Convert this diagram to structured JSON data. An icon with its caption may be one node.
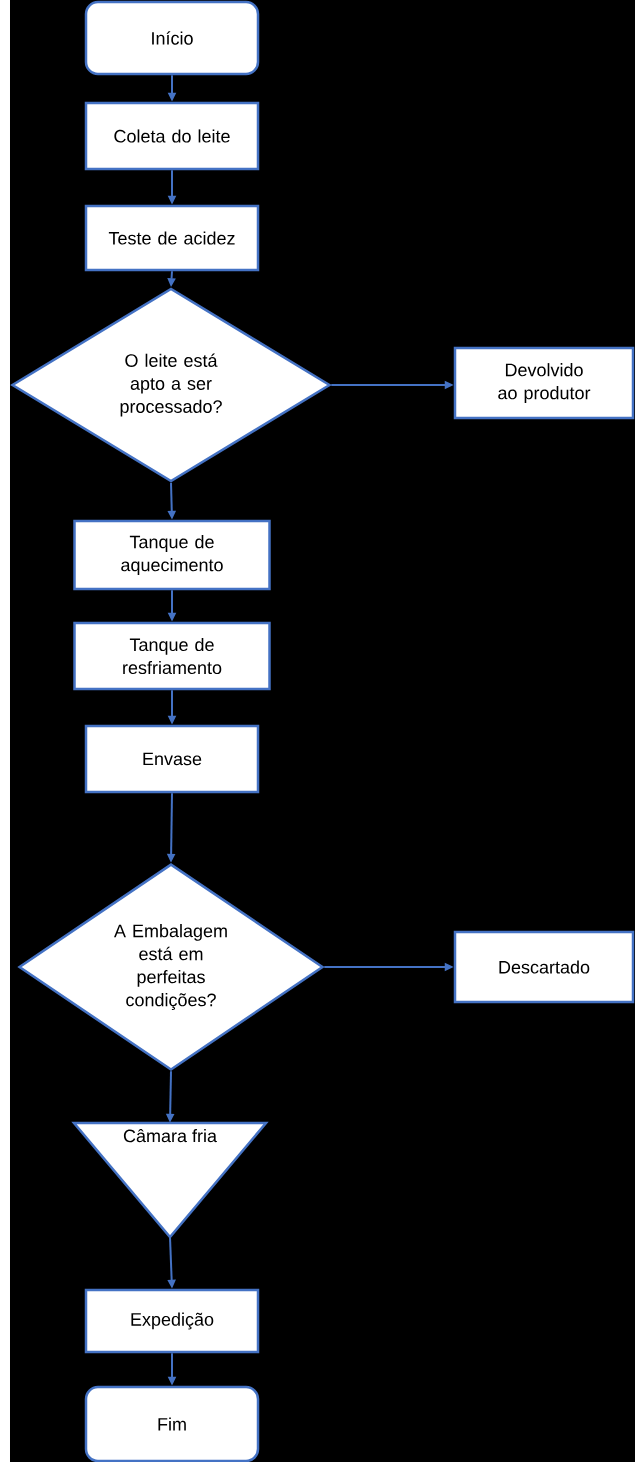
{
  "diagram": {
    "nodes": [
      {
        "text": [
          "Início"
        ]
      },
      {
        "text": [
          "Coleta do leite"
        ]
      },
      {
        "text": [
          "Teste de acidez"
        ]
      },
      {
        "text": [
          "O leite está apto a ser processado?"
        ]
      },
      {
        "text": [
          "Devolvido ao produtor"
        ]
      },
      {
        "text": [
          "Tanque de aquecimento"
        ]
      },
      {
        "text": [
          "Tanque de resfriamento"
        ]
      },
      {
        "text": [
          "Envase"
        ]
      },
      {
        "text": [
          "A Embalagem está em perfeitas condições?"
        ]
      },
      {
        "text": [
          "Descartado"
        ]
      },
      {
        "text": [
          "Câmara fria"
        ]
      },
      {
        "text": [
          "Expedição"
        ]
      },
      {
        "text": [
          "Fim"
        ]
      }
    ],
    "edges": [
      {
        "from": 0,
        "to": 1,
        "arrow": "to"
      },
      {
        "from": 1,
        "to": 2,
        "arrow": "to"
      },
      {
        "from": 2,
        "to": 3,
        "arrow": "to"
      },
      {
        "from": 3,
        "to": 4,
        "arrow": "to"
      },
      {
        "from": 3,
        "to": 5,
        "arrow": "to"
      },
      {
        "from": 5,
        "to": 6,
        "arrow": "to"
      },
      {
        "from": 6,
        "to": 7,
        "arrow": "to"
      },
      {
        "from": 7,
        "to": 8,
        "arrow": "to"
      },
      {
        "from": 8,
        "to": 9,
        "arrow": "to"
      },
      {
        "from": 8,
        "to": 10,
        "arrow": "to"
      },
      {
        "from": 10,
        "to": 11,
        "arrow": "to"
      },
      {
        "from": 11,
        "to": 12,
        "arrow": "to"
      }
    ]
  }
}
